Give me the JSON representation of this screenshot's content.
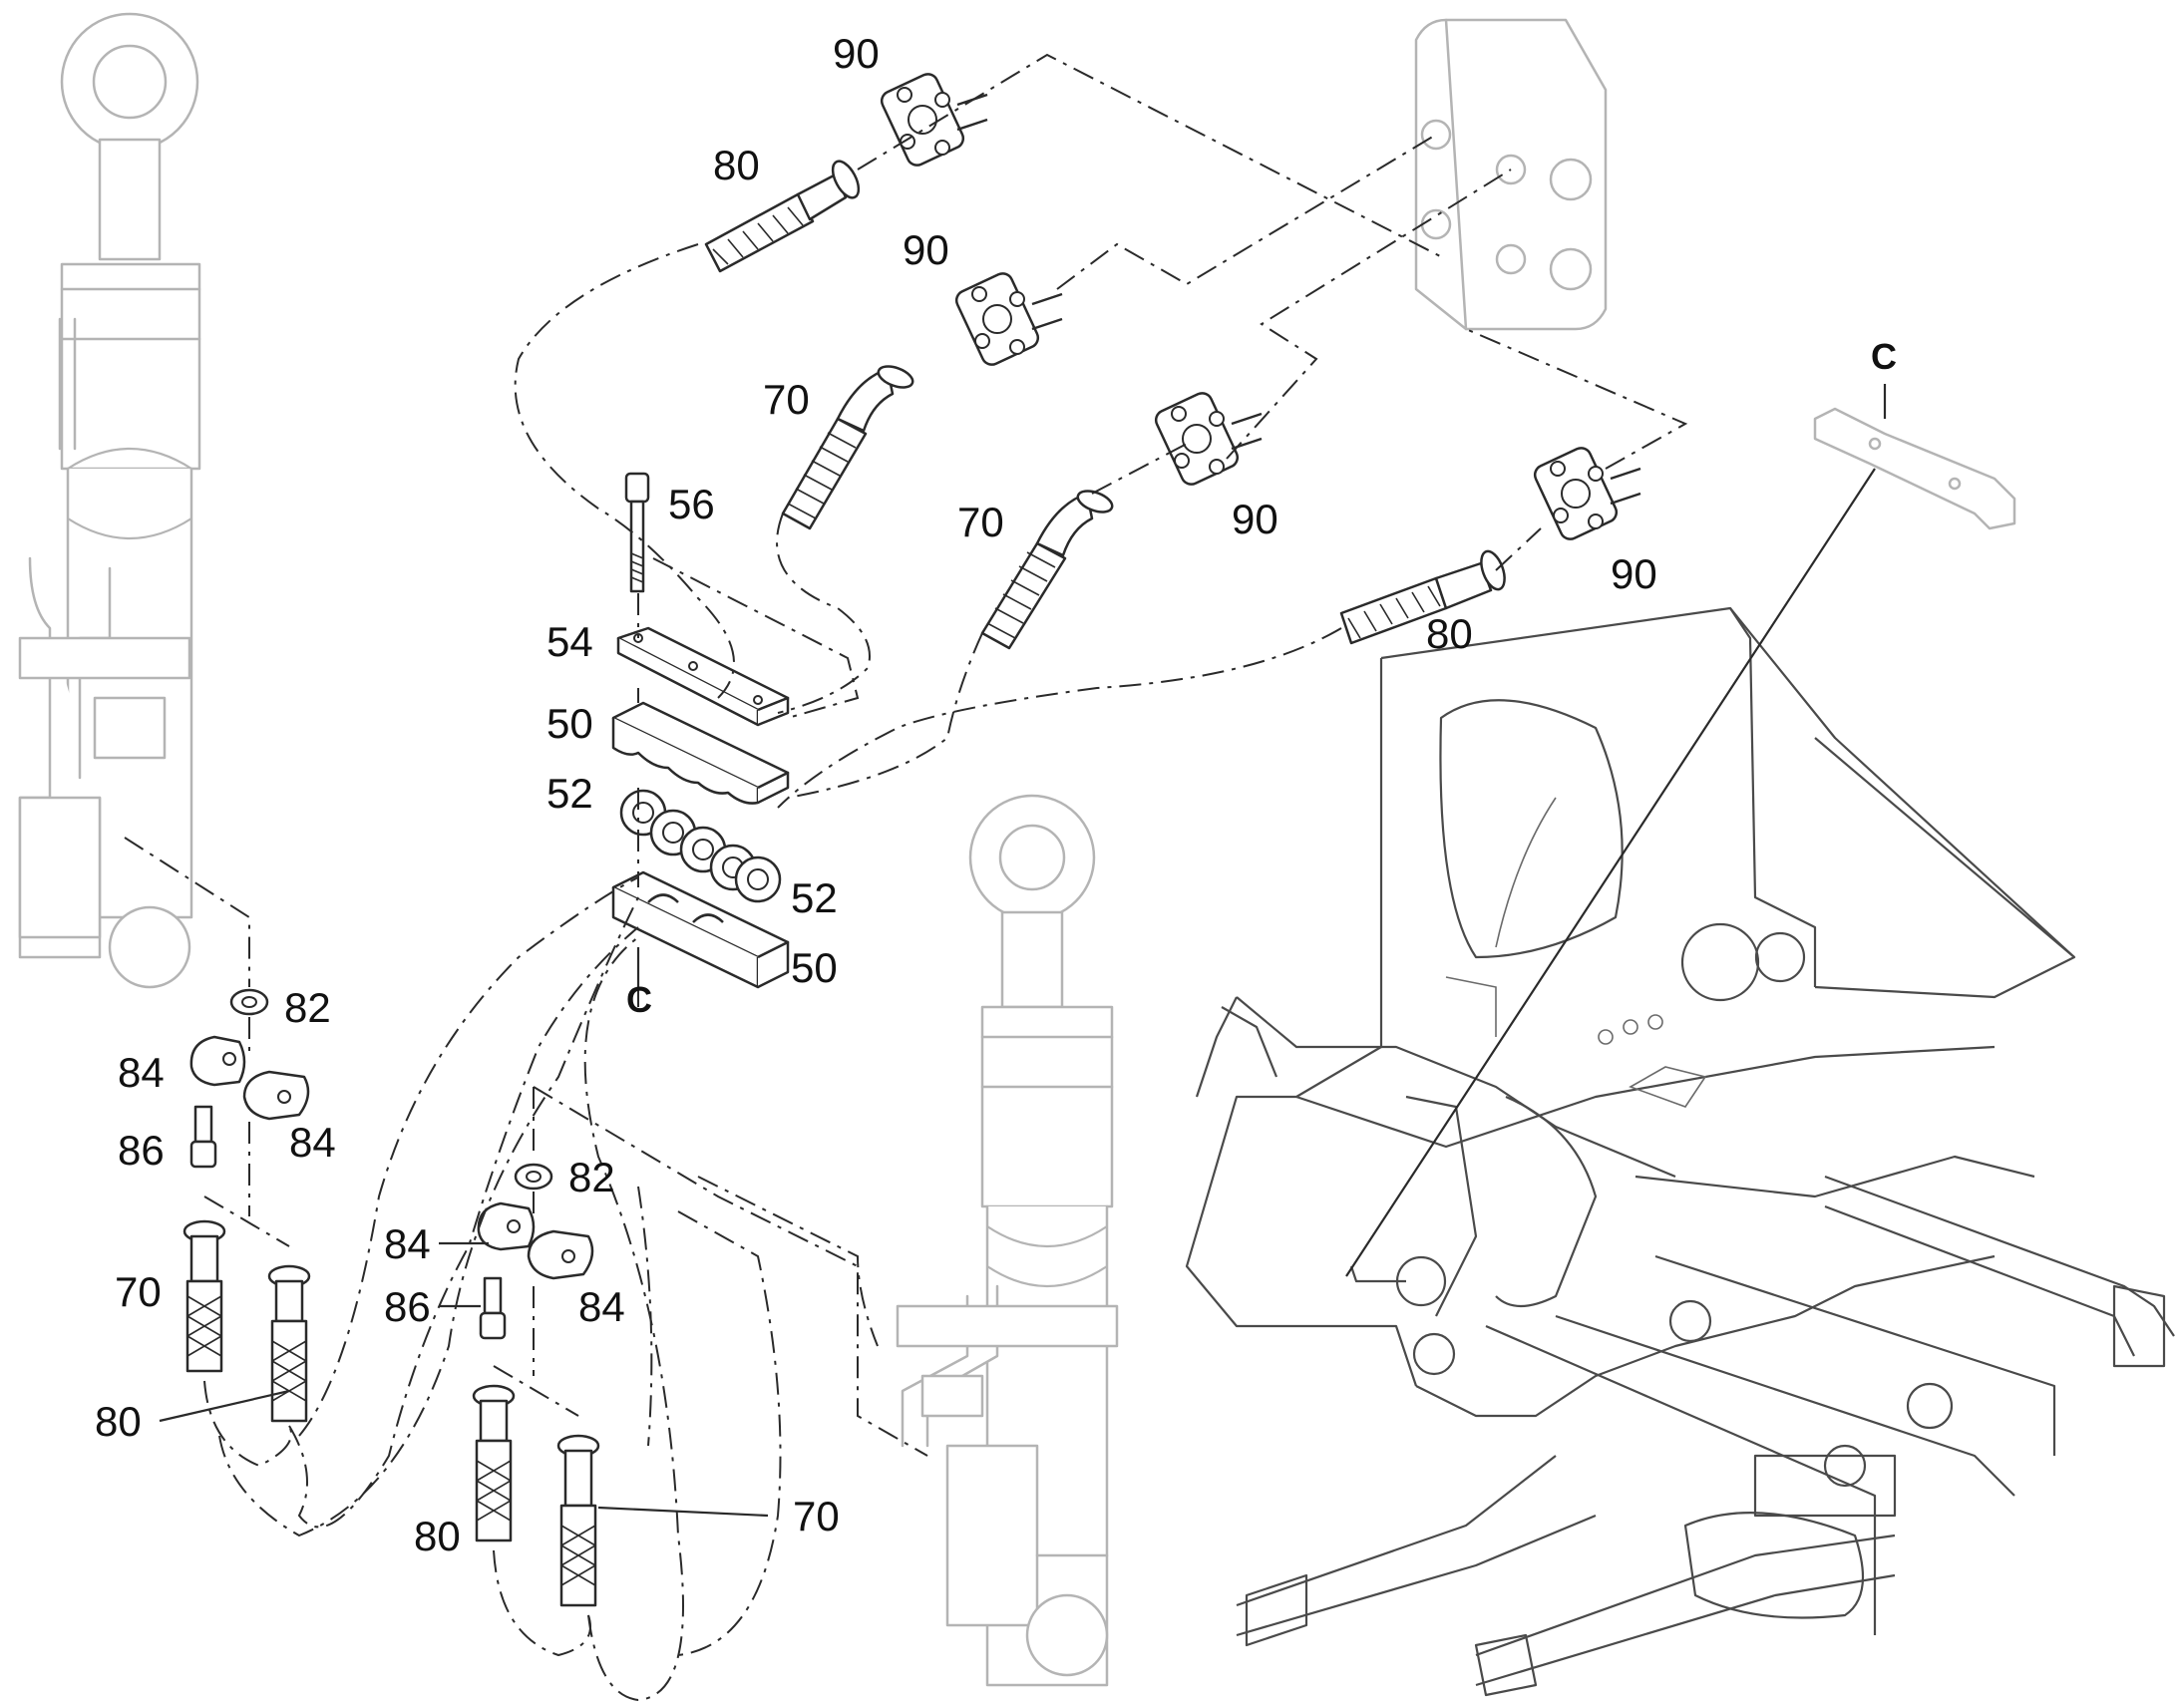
{
  "callouts": {
    "p90a": "90",
    "p80a": "80",
    "p90b": "90",
    "p70a": "70",
    "p70b": "70",
    "p90c": "90",
    "p90d": "90",
    "p80b": "80",
    "p56": "56",
    "p54": "54",
    "p50a": "50",
    "p52a": "52",
    "p52b": "52",
    "p50b": "50",
    "pCa": "C",
    "pCb": "C",
    "p82a": "82",
    "p84a": "84",
    "p86a": "86",
    "p84b": "84",
    "p70c": "70",
    "p80c": "80",
    "p82b": "82",
    "p84c": "84",
    "p86b": "86",
    "p84d": "84",
    "p80d": "80",
    "p70d": "70"
  },
  "colors": {
    "line": "#2a2a2a",
    "ghost": "#b4b4b4",
    "frame": "#4a4a4a",
    "background": "#ffffff"
  }
}
